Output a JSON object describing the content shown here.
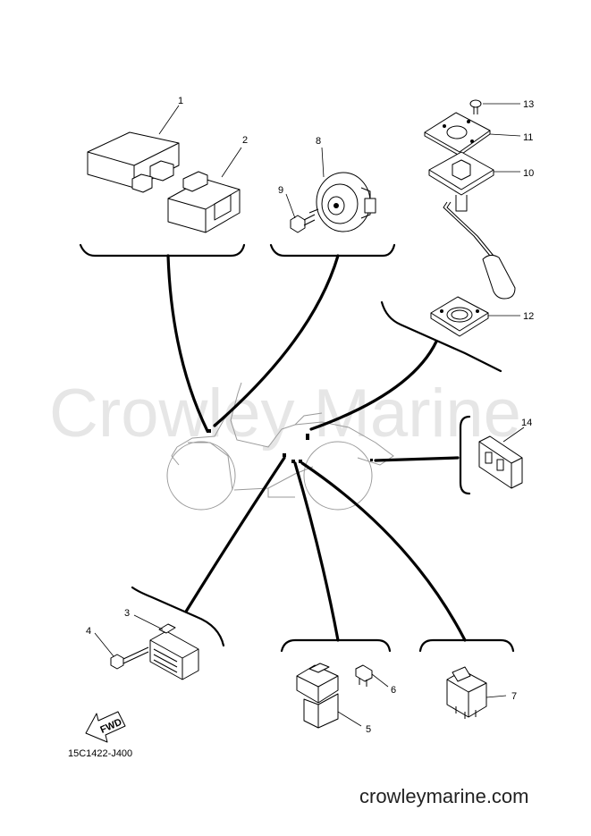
{
  "watermark": "Crowley Marine",
  "diagram_code": "15C1422-J400",
  "direction_label": "FWD",
  "site_url": "crowleymarine.com",
  "callouts": {
    "c1": "1",
    "c2": "2",
    "c3": "3",
    "c4": "4",
    "c5": "5",
    "c6": "6",
    "c7": "7",
    "c8": "8",
    "c9": "9",
    "c10": "10",
    "c11": "11",
    "c12": "12",
    "c13": "13",
    "c14": "14"
  }
}
